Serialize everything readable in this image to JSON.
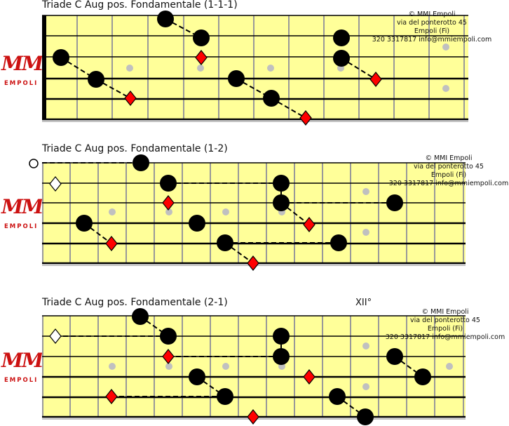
{
  "panels": [
    {
      "title": "Triade C Aug pos. Fondamentale (1-1-1)",
      "contact": [
        "© MMI Empoli",
        "via del ponterotto 45",
        "Empoli (Fi)",
        "320 3317817  info@mmiempoli.com"
      ],
      "logo": {
        "mark": "MMI",
        "name": "EMPOLI"
      }
    },
    {
      "title": "Triade C Aug pos. Fondamentale (1-2)",
      "contact": [
        "© MMI Empoli",
        "via del ponterotto 45",
        "Empoli (Fi)",
        "320 3317817  info@mmiempoli.com"
      ],
      "logo": {
        "mark": "MMI",
        "name": "EMPOLI"
      }
    },
    {
      "title": "Triade C Aug pos. Fondamentale (2-1)",
      "position_label": "XII°",
      "contact": [
        "© MMI Empoli",
        "via del ponterotto 45",
        "Empoli (Fi)",
        "320 3317817  info@mmiempoli.com"
      ],
      "logo": {
        "mark": "MMI",
        "name": "EMPOLI"
      }
    }
  ],
  "colors": {
    "fretboard": "#ffff99",
    "fret": "#999999",
    "string": "#000000",
    "note": "#000000",
    "root": "#ff0000",
    "inlay": "#c0c0c0",
    "logo": "#cc1111"
  },
  "icons": [
    "note-dot",
    "root-diamond",
    "open-string-circle",
    "open-root-diamond"
  ]
}
